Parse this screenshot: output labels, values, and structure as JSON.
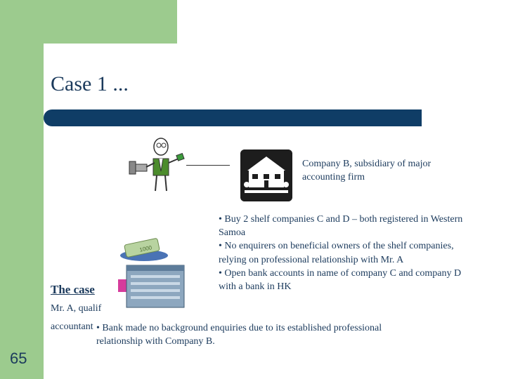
{
  "slide": {
    "title": "Case 1 ...",
    "company_b_caption": "Company B, subsidiary of major accounting firm",
    "bullets": [
      "• Buy 2 shelf companies C and D – both registered in Western Samoa",
      "• No enquirers on beneficial owners of the shelf companies, relying on professional relationship with Mr. A",
      "• Open bank accounts in name of company C and company D with a bank in HK"
    ],
    "case_label": "The case",
    "mr_a_text": "Mr. A, qualif",
    "accountant_text": "accountant",
    "bank_note": "• Bank made no background enquiries due to its established professional relationship with Company B.",
    "page_number": "65"
  },
  "colors": {
    "green": "#9ccb8e",
    "navy": "#0f3d66",
    "text": "#1b3a5c"
  },
  "icons": [
    "businessman-icon",
    "house-icon",
    "money-bank-icon"
  ]
}
